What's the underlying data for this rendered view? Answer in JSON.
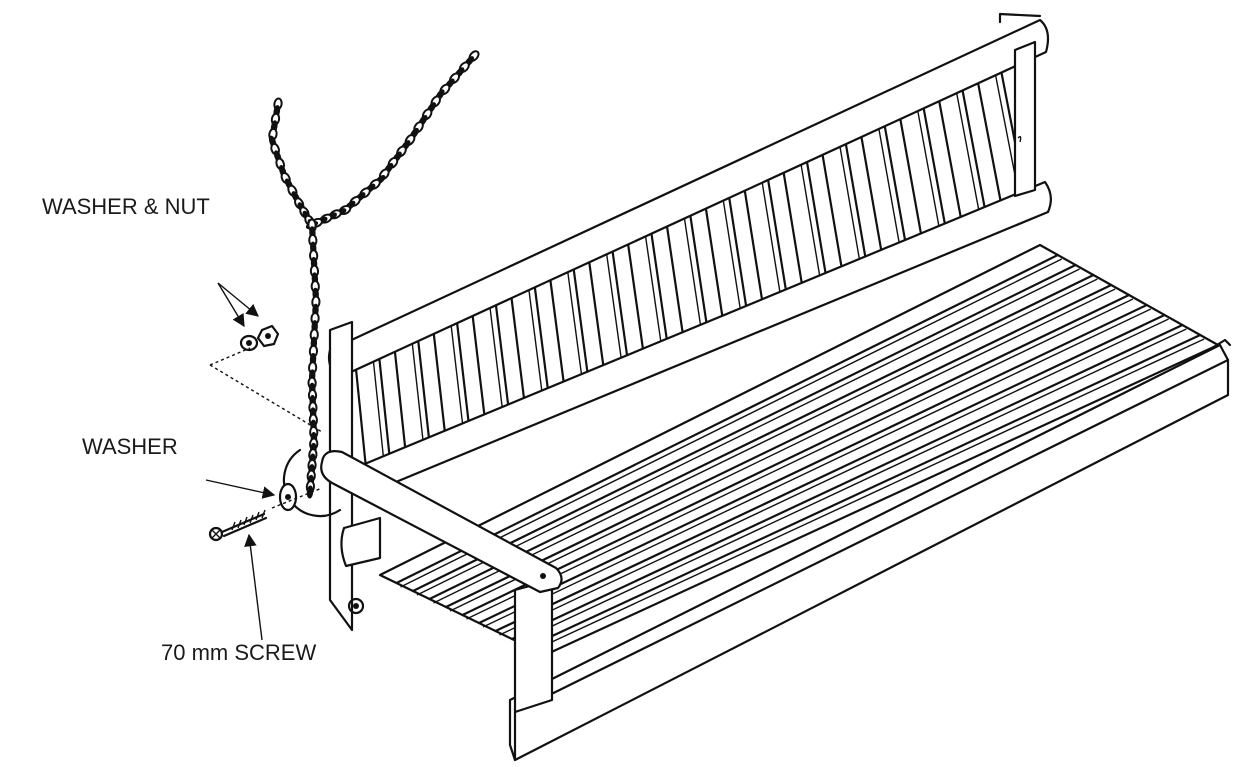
{
  "labels": {
    "washer_and_nut": "WASHER & NUT",
    "washer": "WASHER",
    "screw": "70 mm  SCREW"
  },
  "colors": {
    "line": "#111111",
    "background": "#ffffff"
  }
}
